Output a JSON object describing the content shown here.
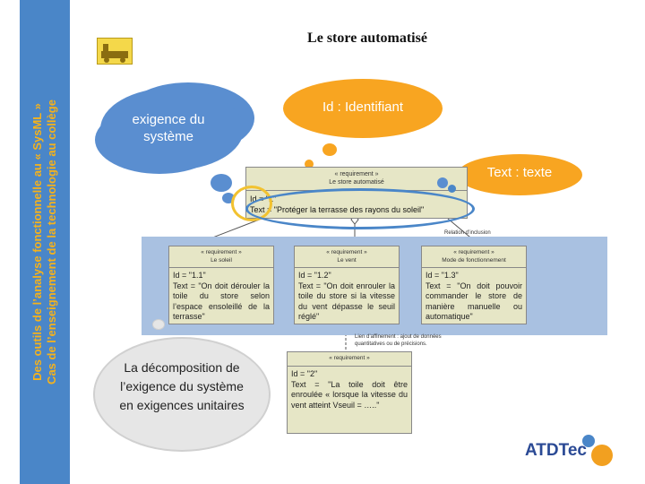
{
  "sidebar": {
    "line1": "Des outils de l’analyse fonctionnelle au « SysML »",
    "line2": "Cas de l’enseignement de la technologie au collège"
  },
  "title": "Le store automatisé",
  "clouds": {
    "exigence": "exigence du système",
    "identifiant": "Id : Identifiant",
    "texte": "Text : texte",
    "decomposition": "La décomposition de l’exigence du système en exigences unitaires"
  },
  "requirements": {
    "top": {
      "stereotype": "« requirement »",
      "name": "Le store automatisé",
      "id": "Id = \"1\"",
      "text": "Text = \"Protéger la terrasse des rayons du soleil\""
    },
    "soleil": {
      "stereotype": "« requirement »",
      "name": "Le soleil",
      "id": "Id = \"1.1\"",
      "text": "Text = \"On doit dérouler la toile du store selon l’espace ensoleillé de la terrasse\""
    },
    "vent": {
      "stereotype": "« requirement »",
      "name": "Le vent",
      "id": "Id = \"1.2\"",
      "text": "Text = \"On doit enrouler la toile du store si la vitesse du vent dépasse le seuil réglé\""
    },
    "mode": {
      "stereotype": "« requirement »",
      "name": "Mode de fonctionnement",
      "id": "Id = \"1.3\"",
      "text": "Text = \"On doit pouvoir commander le store de manière manuelle ou automatique\""
    },
    "bottom": {
      "stereotype": "« requirement »",
      "id": "Id = \"2\"",
      "text": "Text = \"La toile doit être enroulée « lorsque la vitesse du vent atteint Vseuil = …..\""
    }
  },
  "relations": {
    "inclusion": "Relation d’inclusion",
    "affinement": "Lien d’affinement : ajout de données quantitatives ou de précisions."
  },
  "brand": "ATDTec",
  "colors": {
    "sidebar": "#4a86c8",
    "sidebar_text": "#f5b21c",
    "orange": "#f8a521",
    "blue_cloud": "#5a8ed0",
    "band": "#a9c1e1",
    "box": "#e6e6c6"
  }
}
